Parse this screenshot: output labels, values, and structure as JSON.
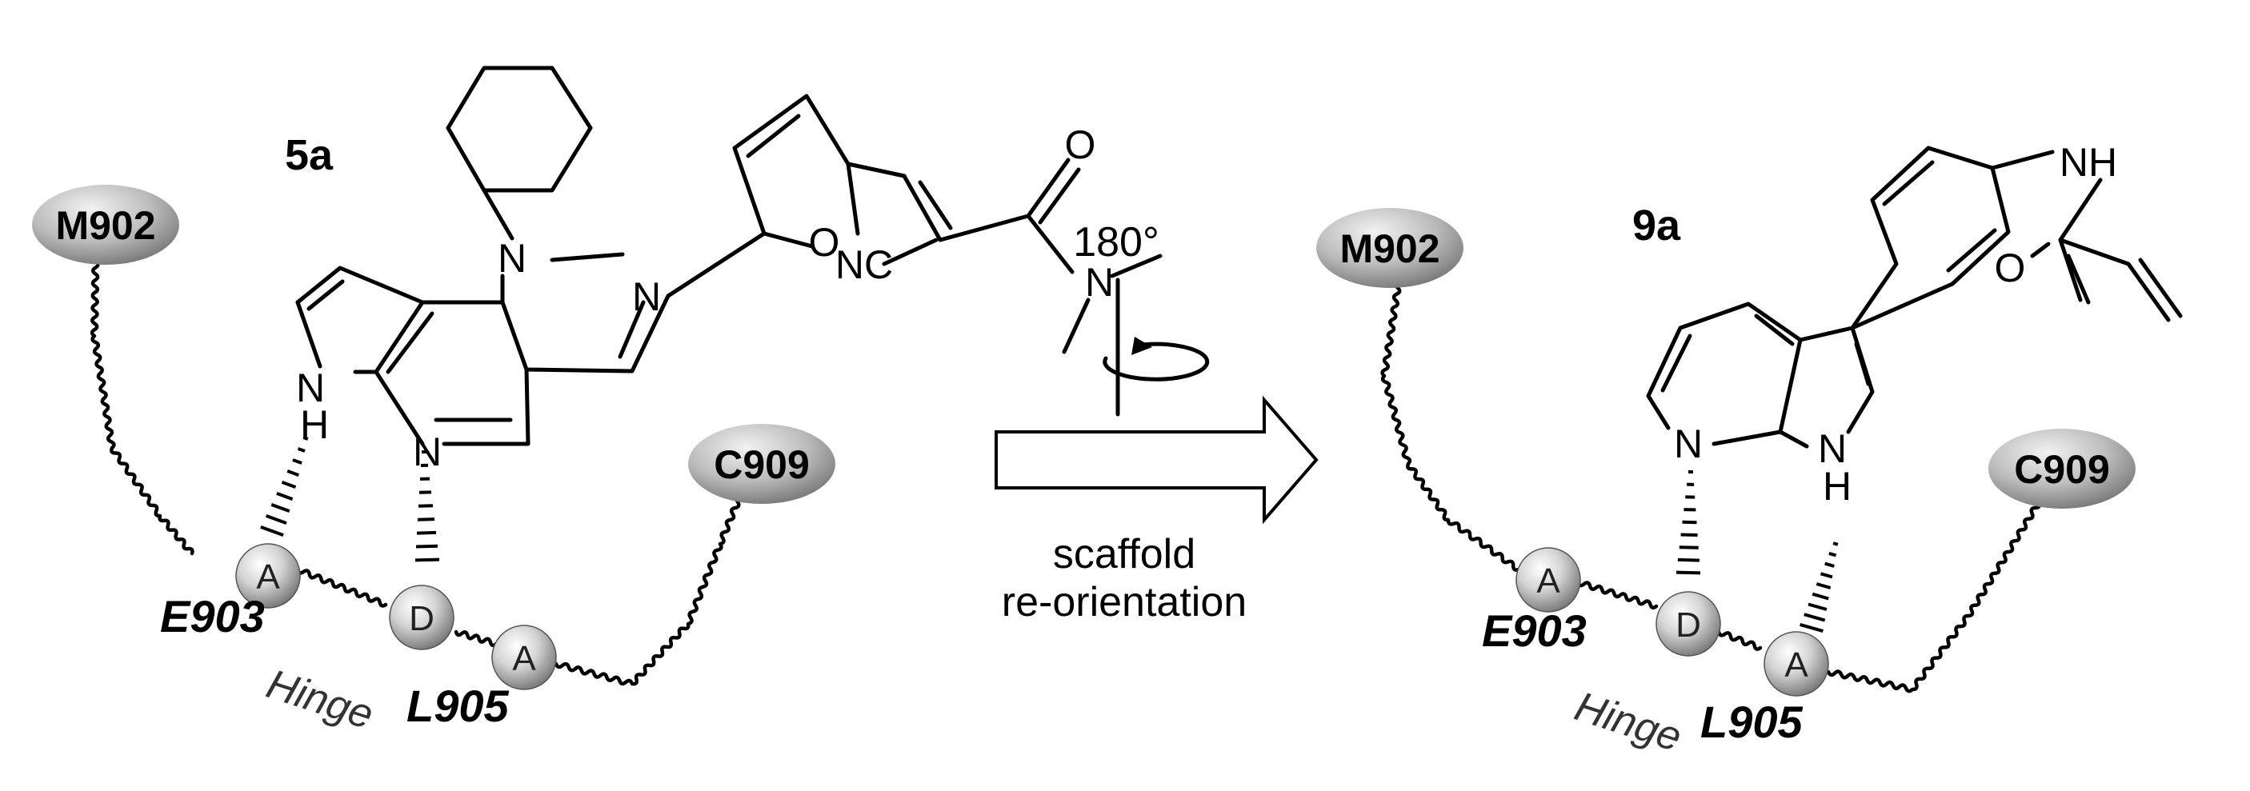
{
  "left": {
    "compound_label": "5a",
    "residues": {
      "top_left": "M902",
      "right": "C909",
      "hinge_1": "E903",
      "hinge_2": "L905"
    },
    "hinge_word": "Hinge",
    "interaction_sites": [
      "A",
      "D",
      "A"
    ],
    "atoms": {
      "n_imid_1": "N",
      "n_imid_3": "N",
      "n_pyr": "N",
      "n_pyrrole": "N",
      "h_pyrrole": "H",
      "o_furan": "O",
      "nc": "NC",
      "o_amide": "O",
      "n_amide": "N"
    }
  },
  "center": {
    "rotation": "180°",
    "caption_line1": "scaffold",
    "caption_line2": "re-orientation"
  },
  "right": {
    "compound_label": "9a",
    "residues": {
      "top_left": "M902",
      "right": "C909",
      "hinge_1": "E903",
      "hinge_2": "L905"
    },
    "hinge_word": "Hinge",
    "interaction_sites": [
      "A",
      "D",
      "A"
    ],
    "atoms": {
      "n_pyr": "N",
      "n_pyrrole": "N",
      "h_pyrrole": "H",
      "nh": "NH",
      "o": "O"
    }
  }
}
